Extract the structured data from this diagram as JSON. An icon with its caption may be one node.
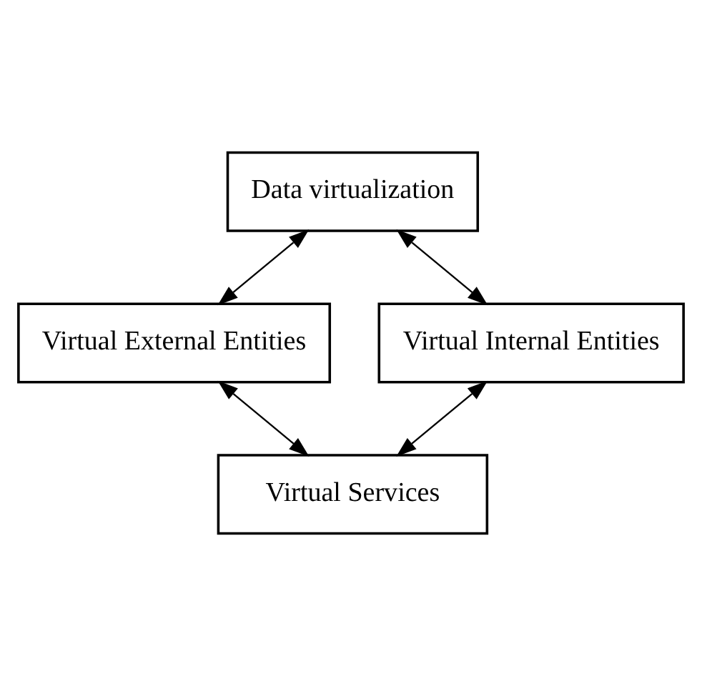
{
  "diagram": {
    "nodes": [
      {
        "text": [
          "Data virtualization"
        ]
      },
      {
        "text": [
          "Virtual External Entities"
        ]
      },
      {
        "text": [
          "Virtual Internal Entities"
        ]
      },
      {
        "text": [
          "Virtual Services"
        ]
      }
    ],
    "edges": [
      {
        "from": 0,
        "to": 1,
        "arrow": "both"
      },
      {
        "from": 0,
        "to": 2,
        "arrow": "both"
      },
      {
        "from": 1,
        "to": 3,
        "arrow": "both"
      },
      {
        "from": 2,
        "to": 3,
        "arrow": "both"
      }
    ]
  }
}
